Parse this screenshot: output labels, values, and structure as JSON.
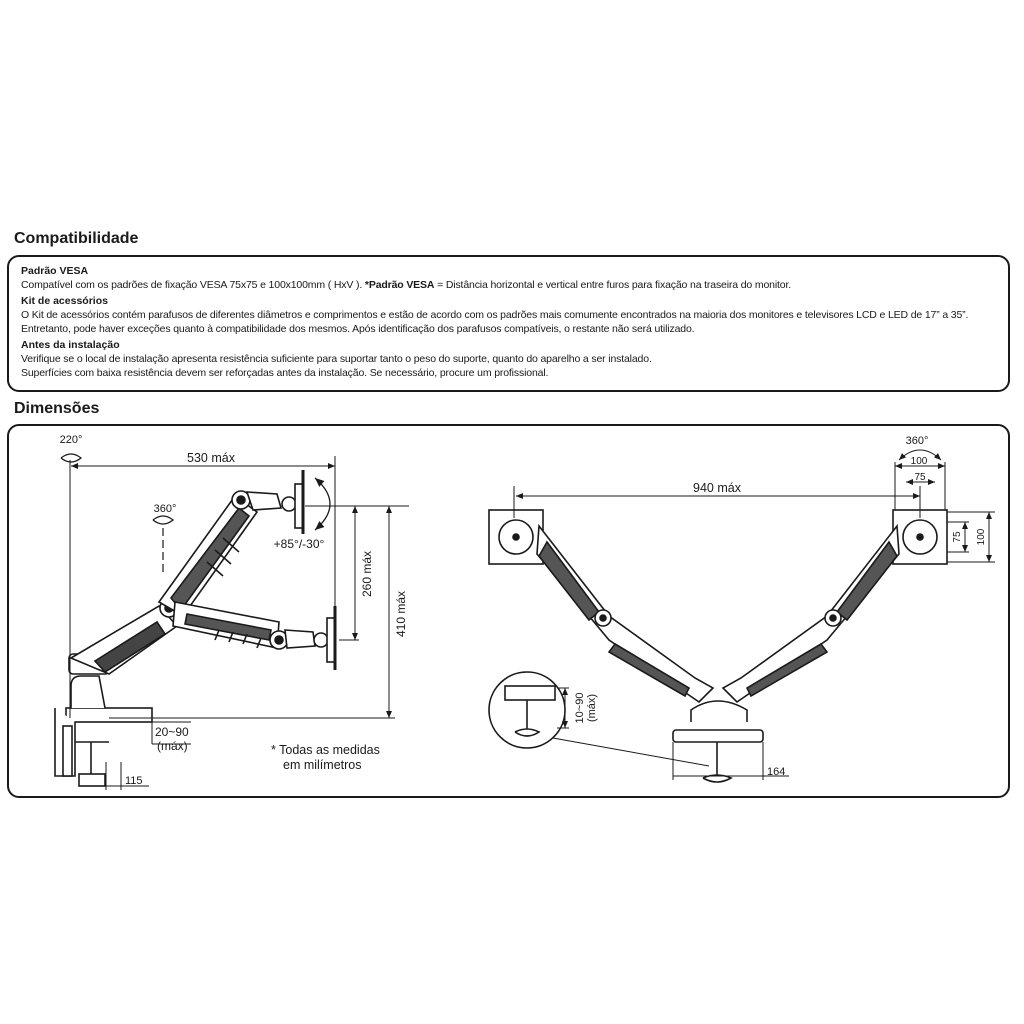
{
  "sections": {
    "compat_title": "Compatibilidade",
    "dims_title": "Dimensões"
  },
  "compat": {
    "vesa_heading": "Padrão VESA",
    "vesa_text_1": "Compatível com os padrões de fixação VESA 75x75 e 100x100mm ( HxV ).",
    "vesa_note_label": "*Padrão VESA",
    "vesa_text_2": " = Distância horizontal e vertical entre furos para fixação na traseira do monitor.",
    "kit_heading": "Kit de acessórios",
    "kit_line_1": "O Kit de acessórios contém parafusos de diferentes diâmetros e comprimentos e estão de acordo com os padrões mais comumente encontrados na maioria dos monitores e televisores LCD e LED de 17” a 35”.",
    "kit_line_2": "Entretanto, pode haver exceções quanto à compatibilidade dos mesmos.  Após identificação dos parafusos compatíveis, o restante não será utilizado.",
    "install_heading": "Antes da instalação",
    "install_line_1": "Verifique se o local de instalação apresenta resistência suficiente para suportar tanto o peso do suporte, quanto do aparelho a ser instalado.",
    "install_line_2": "Superfícies com baixa resistência devem ser reforçadas antes da instalação. Se necessário, procure um profissional."
  },
  "dims": {
    "left": {
      "rotation_base": "220°",
      "reach": "530 máx",
      "rotation_arm": "360°",
      "tilt": "+85°/-30°",
      "height_1": "260 máx",
      "height_2": "410 máx",
      "clamp_range": "20~90",
      "clamp_range_unit": "(máx)",
      "base_width": "115",
      "note_1": "* Todas as medidas",
      "note_2": "em milímetros"
    },
    "right": {
      "rotation": "360°",
      "vesa_100_h": "100",
      "vesa_75_h": "75",
      "vesa_75_v": "75",
      "vesa_100_v": "100",
      "reach": "940 máx",
      "clamp_range": "10~90",
      "clamp_range_unit": "(máx)",
      "base_width": "164"
    }
  }
}
